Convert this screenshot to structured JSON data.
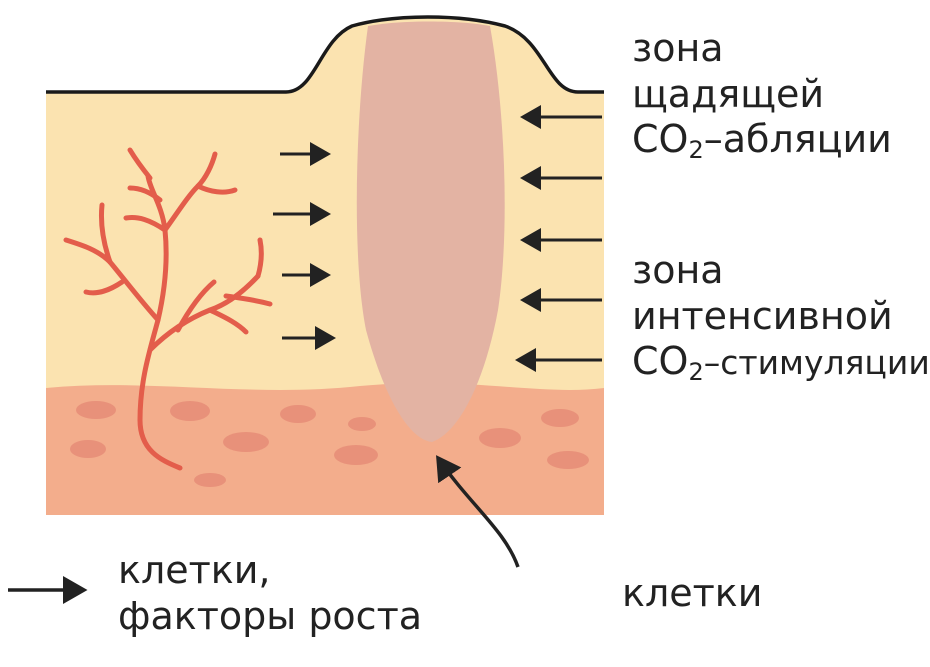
{
  "labels": {
    "ablation": {
      "line1": "зона",
      "line2": "щадящей",
      "line3_prefix": "CO",
      "line3_sub": "2",
      "line3_suffix": "–абляции"
    },
    "stimulation": {
      "line1": "зона",
      "line2": "интенсивной",
      "line3_prefix": "CO",
      "line3_sub": "2",
      "line3_suffix": "–стимуляции"
    },
    "legend": {
      "line1": "клетки,",
      "line2": "факторы роста"
    },
    "cells": "клетки"
  },
  "colors": {
    "upper_tissue": "#fbe3b0",
    "lower_tissue": "#f3ad8c",
    "lower_spots": "#e8917a",
    "ablation_zone": "#e3b3a3",
    "vessel": "#e35d4b",
    "arrow": "#222222",
    "outline": "#1a1a1a"
  },
  "icons": {
    "arrow": "arrow-right-icon",
    "vessel": "blood-vessel-icon"
  }
}
